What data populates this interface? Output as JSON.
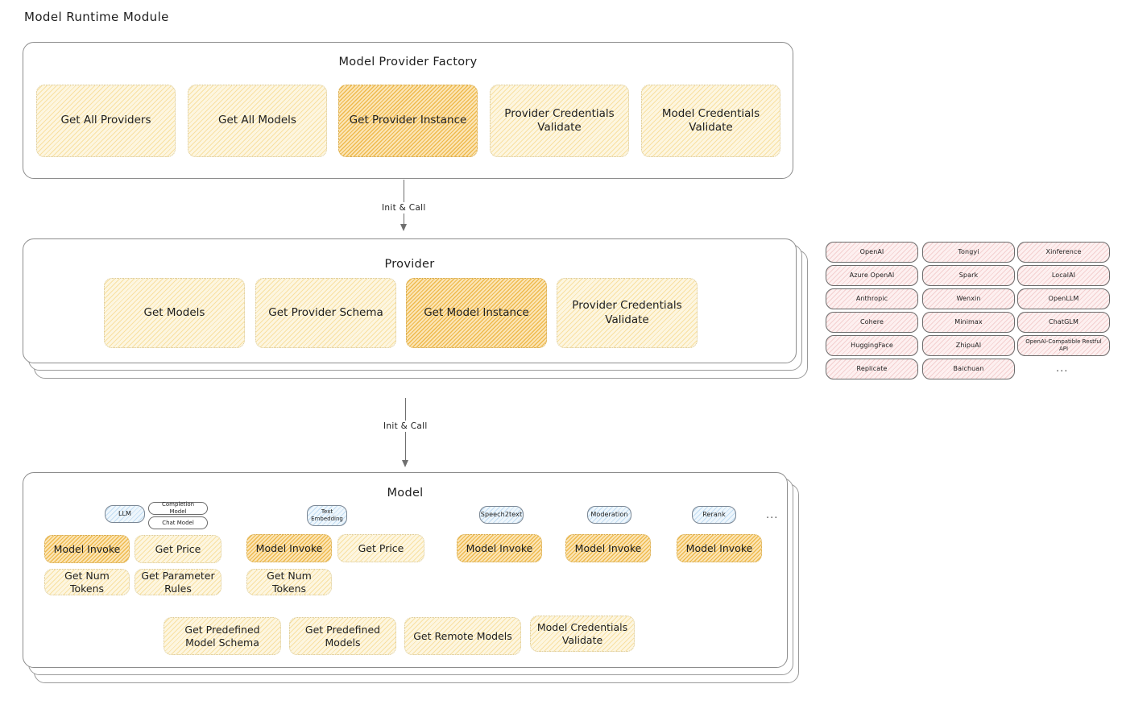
{
  "diagram": {
    "title": "Model Runtime Module",
    "colors": {
      "highlight": "#edb33c",
      "node_yellow": "#fdf6e0",
      "node_orange": "#fbe5b6",
      "badge_blue": "#eef6fc",
      "provider_pink": "#fdf0f0",
      "stroke": "#8d8d8d"
    }
  },
  "factory": {
    "label": "Model Provider Factory",
    "nodes": [
      {
        "label": "Get All Providers",
        "highlighted": false
      },
      {
        "label": "Get All Models",
        "highlighted": false
      },
      {
        "label": "Get Provider Instance",
        "highlighted": true
      },
      {
        "label": "Provider Credentials Validate",
        "highlighted": false
      },
      {
        "label": "Model Credentials Validate",
        "highlighted": false
      }
    ]
  },
  "arrows": [
    {
      "label": "Init & Call"
    },
    {
      "label": "Init & Call"
    }
  ],
  "provider": {
    "label": "Provider",
    "nodes": [
      {
        "label": "Get Models",
        "highlighted": false
      },
      {
        "label": "Get Provider Schema",
        "highlighted": false
      },
      {
        "label": "Get Model Instance",
        "highlighted": true
      },
      {
        "label": "Provider Credentials Validate",
        "highlighted": false
      }
    ]
  },
  "provider_list": {
    "columns": [
      {
        "items": [
          "OpenAI",
          "Azure OpenAI",
          "Anthropic",
          "Cohere",
          "HuggingFace",
          "Replicate"
        ]
      },
      {
        "items": [
          "Tongyi",
          "Spark",
          "Wenxin",
          "Minimax",
          "ZhipuAI",
          "Baichuan"
        ]
      },
      {
        "items": [
          "Xinference",
          "LocalAI",
          "OpenLLM",
          "ChatGLM",
          "OpenAI-Compatible Restful API"
        ]
      }
    ],
    "more": "..."
  },
  "model": {
    "label": "Model",
    "more": "...",
    "types": [
      {
        "badge": "LLM",
        "sub_badges": [
          "Completion Model",
          "Chat Model"
        ],
        "methods": [
          {
            "label": "Model Invoke",
            "highlighted": true
          },
          {
            "label": "Get Price",
            "highlighted": false
          },
          {
            "label": "Get Num Tokens",
            "highlighted": false
          },
          {
            "label": "Get Parameter Rules",
            "highlighted": false
          }
        ]
      },
      {
        "badge": "Text Embedding",
        "sub_badges": [],
        "methods": [
          {
            "label": "Model Invoke",
            "highlighted": true
          },
          {
            "label": "Get Price",
            "highlighted": false
          },
          {
            "label": "Get Num Tokens",
            "highlighted": false
          }
        ]
      },
      {
        "badge": "Speech2text",
        "sub_badges": [],
        "methods": [
          {
            "label": "Model Invoke",
            "highlighted": true
          }
        ]
      },
      {
        "badge": "Moderation",
        "sub_badges": [],
        "methods": [
          {
            "label": "Model Invoke",
            "highlighted": true
          }
        ]
      },
      {
        "badge": "Rerank",
        "sub_badges": [],
        "methods": [
          {
            "label": "Model Invoke",
            "highlighted": true
          }
        ]
      }
    ],
    "common_methods": [
      {
        "label": "Get Predefined Model Schema"
      },
      {
        "label": "Get Predefined Models"
      },
      {
        "label": "Get Remote Models"
      },
      {
        "label": "Model Credentials Validate"
      }
    ]
  }
}
